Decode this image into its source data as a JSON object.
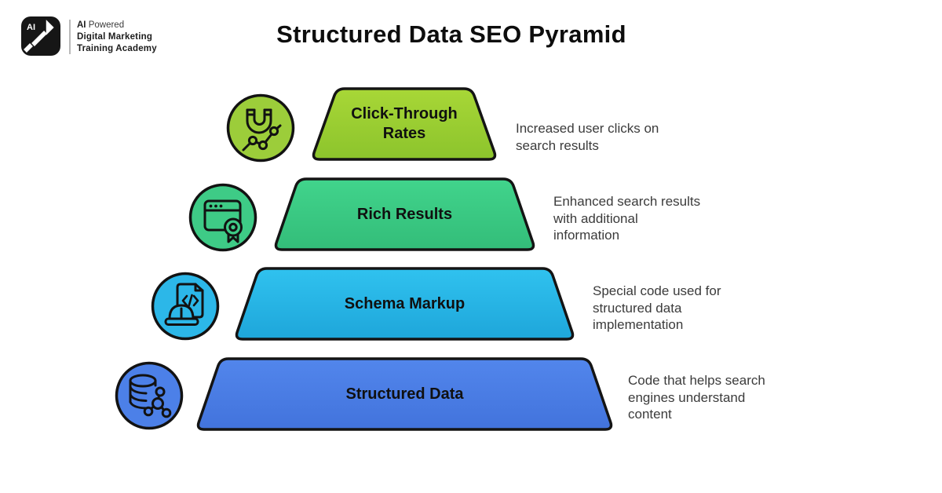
{
  "header": {
    "logo": {
      "badge": "AI",
      "line1_strong": "AI",
      "line1_light": "Powered",
      "line2": "Digital Marketing",
      "line3": "Training Academy"
    },
    "title": "Structured Data SEO Pyramid"
  },
  "pyramid": {
    "stroke_color": "#141414",
    "levels": [
      {
        "label": "Click-Through\nRates",
        "description": "Increased user clicks on\nsearch results",
        "color_top": "#a8d737",
        "color_bottom": "#8cc42c",
        "icon_color": "#9ccd3a",
        "icon": "magnet-analytics-icon"
      },
      {
        "label": "Rich Results",
        "description": "Enhanced search results\nwith additional\ninformation",
        "color_top": "#41d48c",
        "color_bottom": "#33bd79",
        "icon_color": "#3ecb86",
        "icon": "browser-award-icon"
      },
      {
        "label": "Schema Markup",
        "description": "Special code used for\nstructured data\nimplementation",
        "color_top": "#30c2ef",
        "color_bottom": "#1ea6da",
        "icon_color": "#2cb7e8",
        "icon": "code-helmet-icon"
      },
      {
        "label": "Structured Data",
        "description": "Code that helps search\nengines understand\ncontent",
        "color_top": "#5286ec",
        "color_bottom": "#4273dc",
        "icon_color": "#4c80e8",
        "icon": "database-network-icon"
      }
    ]
  }
}
